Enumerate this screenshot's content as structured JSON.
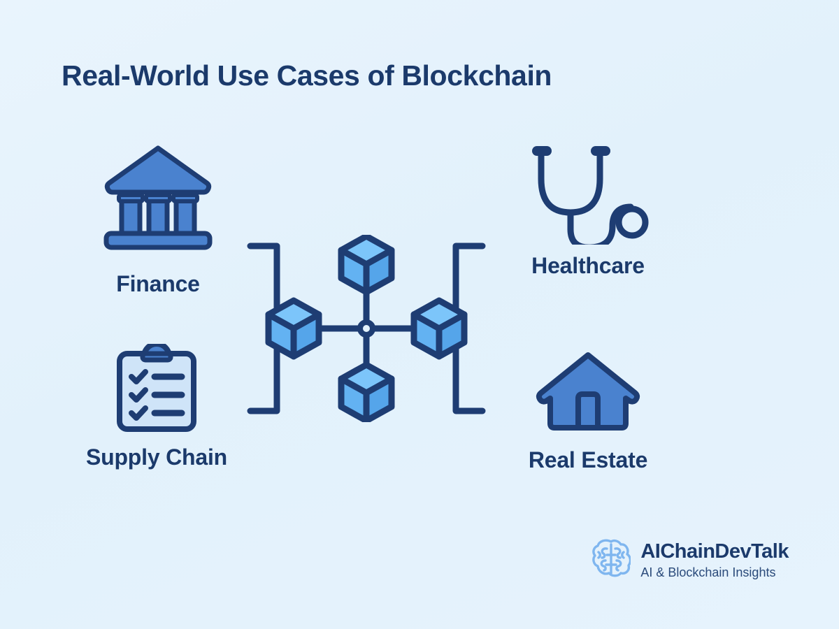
{
  "page": {
    "title": "Real-World Use Cases of Blockchain",
    "background_color": "#e3f2fc"
  },
  "colors": {
    "navy": "#1b3a6b",
    "outline_navy": "#1e3d73",
    "icon_blue": "#4a82cf",
    "cube_light": "#74c0f8",
    "cube_mid": "#67b6f3",
    "cube_dark": "#56a8ee",
    "clipboard_fill": "#cfe4f8",
    "brain_blue": "#7fb6ef"
  },
  "use_cases": [
    {
      "id": "finance",
      "label": "Finance",
      "icon": "bank-icon",
      "position": "top-left"
    },
    {
      "id": "healthcare",
      "label": "Healthcare",
      "icon": "stethoscope-icon",
      "position": "top-right"
    },
    {
      "id": "supply-chain",
      "label": "Supply Chain",
      "icon": "clipboard-checklist-icon",
      "position": "bottom-left"
    },
    {
      "id": "real-estate",
      "label": "Real Estate",
      "icon": "house-icon",
      "position": "bottom-right"
    }
  ],
  "diagram": {
    "name": "blockchain-network-diagram",
    "node_count": 4,
    "node_icon": "cube-icon",
    "hub_icon": "hub-node-icon",
    "bracket_left": "bracket-left-icon",
    "bracket_right": "bracket-right-icon"
  },
  "brand": {
    "name": "AIChainDevTalk",
    "tagline": "AI & Blockchain Insights",
    "logo_icon": "brain-icon"
  }
}
